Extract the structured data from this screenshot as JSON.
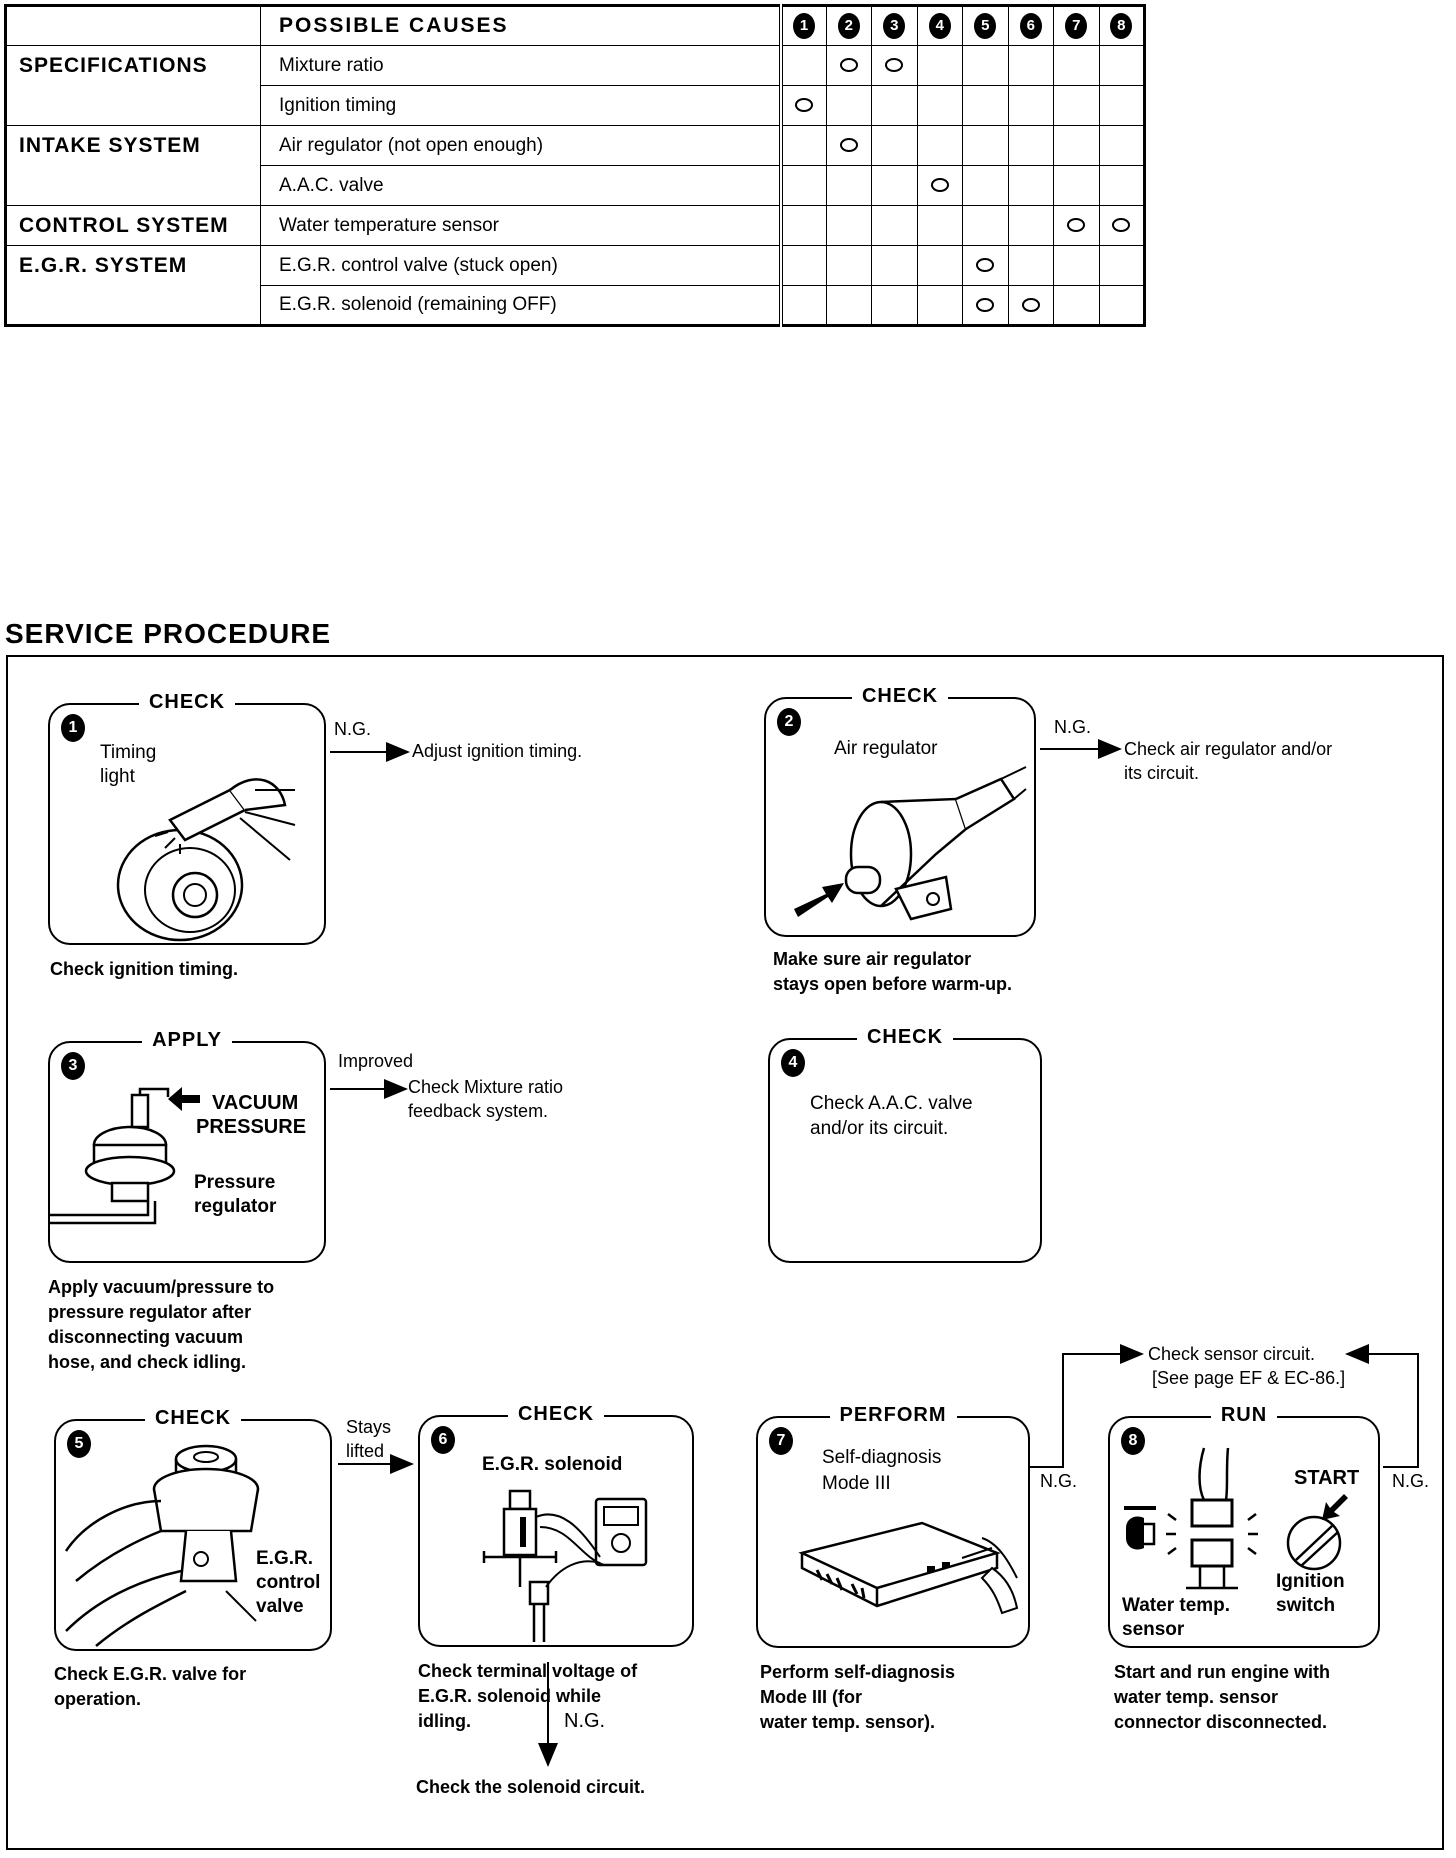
{
  "table": {
    "header": "POSSIBLE CAUSES",
    "columns": [
      "1",
      "2",
      "3",
      "4",
      "5",
      "6",
      "7",
      "8"
    ],
    "groups": [
      {
        "name": "SPECIFICATIONS",
        "rows": [
          {
            "cause": "Mixture ratio",
            "marks": [
              false,
              true,
              true,
              false,
              false,
              false,
              false,
              false
            ]
          },
          {
            "cause": "Ignition timing",
            "marks": [
              true,
              false,
              false,
              false,
              false,
              false,
              false,
              false
            ]
          }
        ]
      },
      {
        "name": "INTAKE SYSTEM",
        "rows": [
          {
            "cause": "Air regulator (not open enough)",
            "marks": [
              false,
              true,
              false,
              false,
              false,
              false,
              false,
              false
            ]
          },
          {
            "cause": "A.A.C. valve",
            "marks": [
              false,
              false,
              false,
              true,
              false,
              false,
              false,
              false
            ]
          }
        ]
      },
      {
        "name": "CONTROL SYSTEM",
        "rows": [
          {
            "cause": "Water temperature sensor",
            "marks": [
              false,
              false,
              false,
              false,
              false,
              false,
              true,
              true
            ]
          }
        ]
      },
      {
        "name": "E.G.R. SYSTEM",
        "rows": [
          {
            "cause": "E.G.R. control valve (stuck open)",
            "marks": [
              false,
              false,
              false,
              false,
              true,
              false,
              false,
              false
            ]
          },
          {
            "cause": "E.G.R. solenoid (remaining OFF)",
            "marks": [
              false,
              false,
              false,
              false,
              true,
              true,
              false,
              false
            ]
          }
        ]
      }
    ]
  },
  "service": {
    "title": "SERVICE PROCEDURE",
    "steps": {
      "s1": {
        "num": "1",
        "action": "CHECK",
        "labels": [
          "Timing",
          "light"
        ],
        "caption": "Check ignition timing.",
        "branch": "N.G.",
        "result": "Adjust ignition timing."
      },
      "s2": {
        "num": "2",
        "action": "CHECK",
        "labels": [
          "Air regulator"
        ],
        "caption": [
          "Make sure air regulator",
          "stays open before warm-up."
        ],
        "branch": "N.G.",
        "result": [
          "Check air regulator and/or",
          "its circuit."
        ]
      },
      "s3": {
        "num": "3",
        "action": "APPLY",
        "labels": [
          "VACUUM",
          "PRESSURE",
          "Pressure",
          "regulator"
        ],
        "caption": [
          "Apply vacuum/pressure to",
          "pressure regulator after",
          "disconnecting vacuum",
          "hose, and check idling."
        ],
        "branch": "Improved",
        "result": [
          "Check Mixture ratio",
          "feedback system."
        ]
      },
      "s4": {
        "num": "4",
        "action": "CHECK",
        "labels": [
          "Check A.A.C. valve",
          "and/or  its circuit."
        ]
      },
      "s5": {
        "num": "5",
        "action": "CHECK",
        "labels": [
          "E.G.R.",
          "control",
          "valve"
        ],
        "caption": [
          "Check E.G.R. valve for",
          "operation."
        ],
        "branch": [
          "Stays",
          "lifted"
        ]
      },
      "s6": {
        "num": "6",
        "action": "CHECK",
        "labels": [
          "E.G.R. solenoid"
        ],
        "caption": [
          "Check terminal voltage of",
          "E.G.R. solenoid while",
          "idling."
        ],
        "branch": "N.G.",
        "result": "Check the solenoid circuit."
      },
      "s7": {
        "num": "7",
        "action": "PERFORM",
        "labels": [
          "Self-diagnosis",
          "Mode III"
        ],
        "caption": [
          "Perform self-diagnosis",
          "Mode III (for",
          "water temp. sensor)."
        ],
        "branch": "N.G."
      },
      "s8": {
        "num": "8",
        "action": "RUN",
        "labels": [
          "START",
          "Ignition",
          "switch",
          "Water temp.",
          "sensor"
        ],
        "caption": [
          "Start and run engine with",
          "water temp. sensor",
          "connector disconnected."
        ],
        "branch": "N.G."
      }
    },
    "sensor_result": [
      "Check sensor circuit.",
      "[See page EF & EC-86.]"
    ]
  }
}
